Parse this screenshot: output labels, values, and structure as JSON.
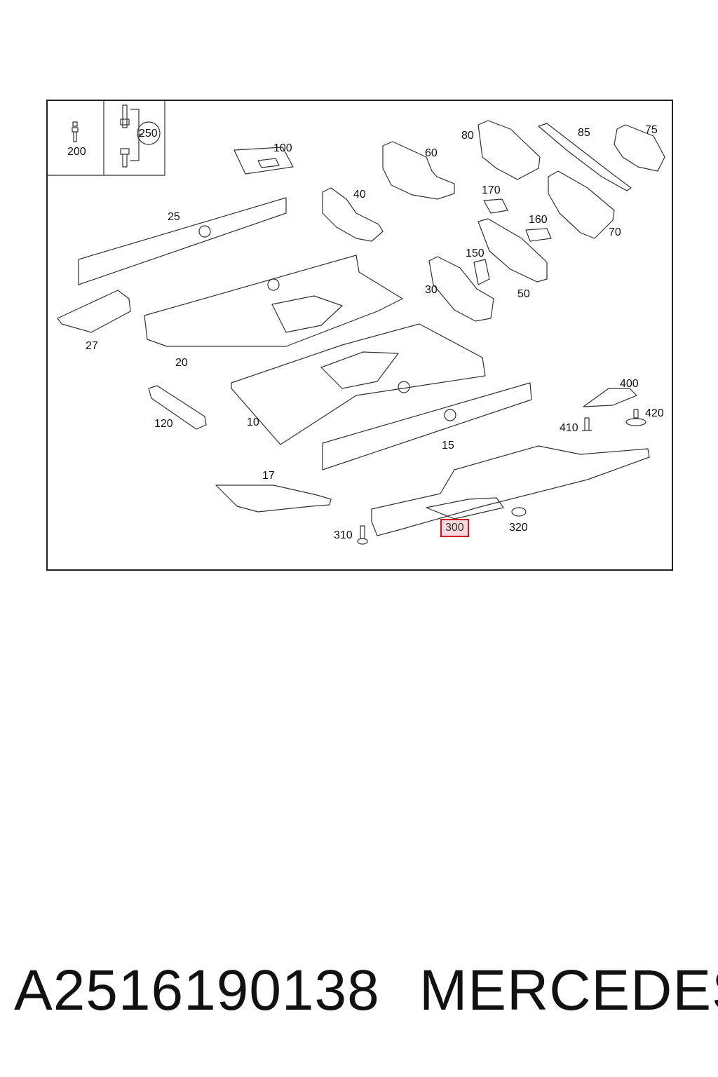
{
  "diagram": {
    "callouts": [
      {
        "id": "c200",
        "label": "200"
      },
      {
        "id": "c250",
        "label": "250"
      },
      {
        "id": "c100",
        "label": "100"
      },
      {
        "id": "c60",
        "label": "60"
      },
      {
        "id": "c80",
        "label": "80"
      },
      {
        "id": "c85",
        "label": "85"
      },
      {
        "id": "c75",
        "label": "75"
      },
      {
        "id": "c40",
        "label": "40"
      },
      {
        "id": "c170",
        "label": "170"
      },
      {
        "id": "c25",
        "label": "25"
      },
      {
        "id": "c160",
        "label": "160"
      },
      {
        "id": "c70",
        "label": "70"
      },
      {
        "id": "c150",
        "label": "150"
      },
      {
        "id": "c30",
        "label": "30"
      },
      {
        "id": "c50",
        "label": "50"
      },
      {
        "id": "c27",
        "label": "27"
      },
      {
        "id": "c20",
        "label": "20"
      },
      {
        "id": "c400",
        "label": "400"
      },
      {
        "id": "c420",
        "label": "420"
      },
      {
        "id": "c10",
        "label": "10"
      },
      {
        "id": "c120",
        "label": "120"
      },
      {
        "id": "c410",
        "label": "410"
      },
      {
        "id": "c15",
        "label": "15"
      },
      {
        "id": "c17",
        "label": "17"
      },
      {
        "id": "c300",
        "label": "300",
        "highlighted": true
      },
      {
        "id": "c320",
        "label": "320"
      },
      {
        "id": "c310",
        "label": "310"
      }
    ],
    "highlight_color": "#d2141e"
  },
  "footer": {
    "part_number": "A2516190138",
    "brand": "MERCEDES"
  }
}
